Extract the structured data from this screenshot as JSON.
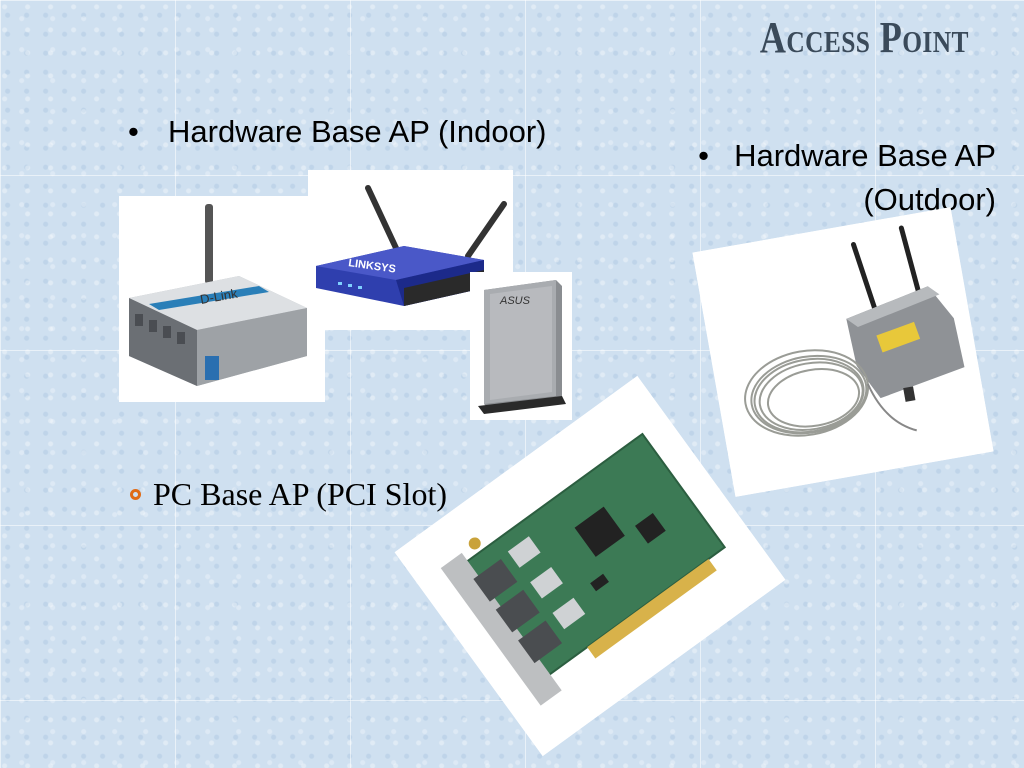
{
  "slide": {
    "title": "Access Point",
    "bullets": {
      "indoor": {
        "marker": "•",
        "text": "Hardware Base AP (Indoor)"
      },
      "outdoor": {
        "marker": "•",
        "line1": "Hardware Base AP",
        "line2": "(Outdoor)"
      },
      "pci": {
        "text": "PC Base AP (PCI Slot)",
        "marker_color": "#e06a14"
      }
    },
    "images": {
      "dlink_brand": "D-Link",
      "linksys_brand": "LINKSYS",
      "asus_brand": "ASUS"
    }
  }
}
